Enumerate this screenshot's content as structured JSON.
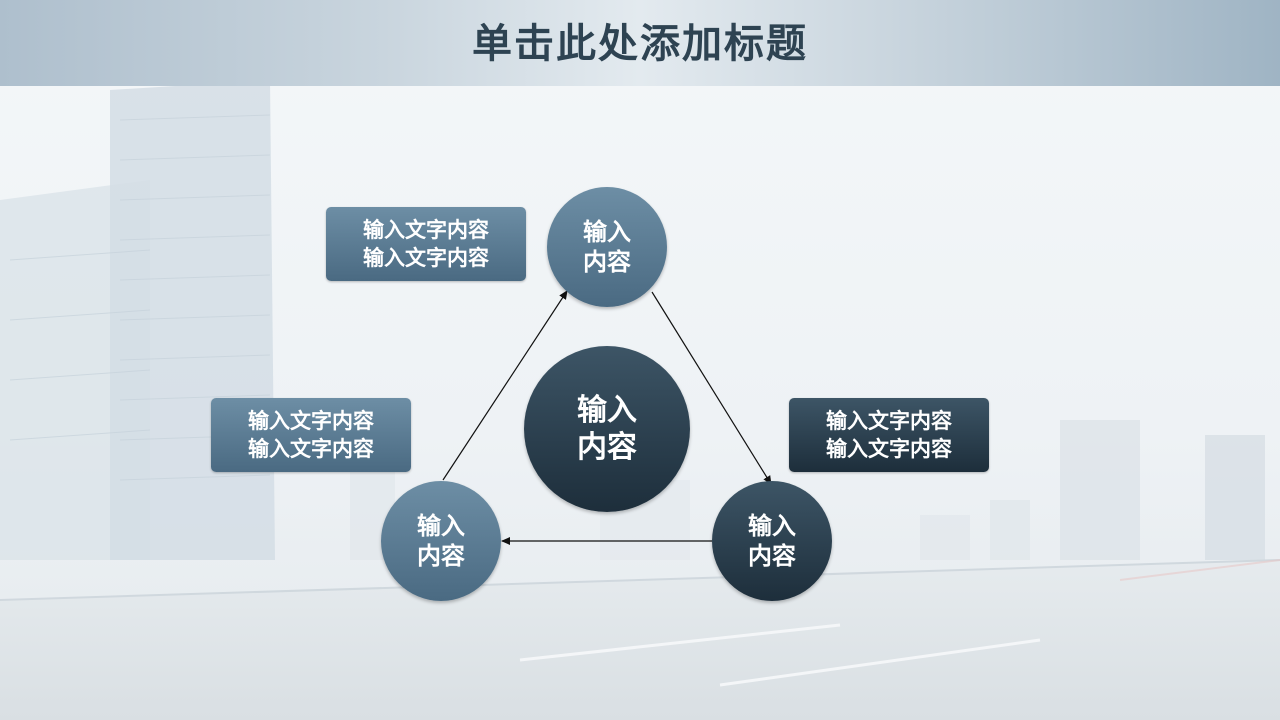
{
  "slide": {
    "title": "单击此处添加标题"
  },
  "diagram": {
    "center": {
      "text": "输入\n内容"
    },
    "nodes": {
      "top": {
        "text": "输入\n内容"
      },
      "bottom_right": {
        "text": "输入\n内容"
      },
      "bottom_left": {
        "text": "输入\n内容"
      }
    },
    "labels": {
      "top_left": {
        "text": "输入文字内容\n输入文字内容"
      },
      "right": {
        "text": "输入文字内容\n输入文字内容"
      },
      "left": {
        "text": "输入文字内容\n输入文字内容"
      }
    }
  },
  "colors": {
    "title": "#2e4352",
    "light_fill": "#5b7b93",
    "dark_fill": "#2a3e4d"
  }
}
